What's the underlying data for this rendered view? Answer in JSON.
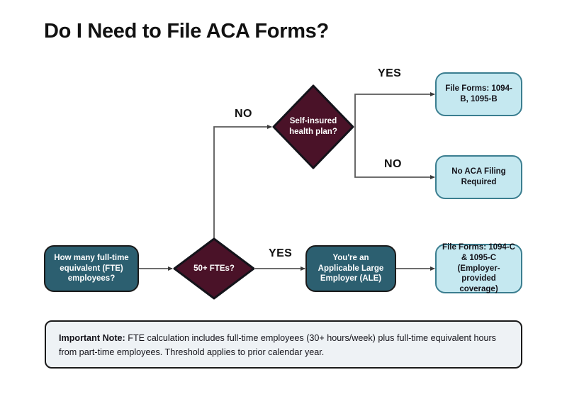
{
  "page": {
    "title": "Do I Need to File ACA Forms?",
    "background": "#ffffff"
  },
  "colors": {
    "maroon": "#4a1228",
    "teal": "#2c5f70",
    "light_blue": "#c5e8f0",
    "light_blue_border": "#3b7e90",
    "outline": "#1a1a1a",
    "note_background": "#eef2f5",
    "connector": "#5a5a5a",
    "text_dark": "#14131a",
    "text_light": "#ffffff"
  },
  "nodes": {
    "start": {
      "label": "How many full-time equivalent (FTE) employees?",
      "shape": "rounded-rect",
      "fill": "#2c5f70"
    },
    "fte_decision": {
      "label": "50+ FTEs?",
      "shape": "diamond",
      "fill": "#4a1228"
    },
    "self_insured_decision": {
      "label": "Self-insured health plan?",
      "shape": "diamond",
      "fill": "#4a1228"
    },
    "ale": {
      "label": "You're an Applicable Large Employer (ALE)",
      "shape": "rounded-rect",
      "fill": "#2c5f70"
    },
    "forms_b": {
      "label": "File Forms: 1094-B, 1095-B",
      "shape": "rounded-rect",
      "fill": "#c5e8f0"
    },
    "no_filing": {
      "label": "No ACA Filing Required",
      "shape": "rounded-rect",
      "fill": "#c5e8f0"
    },
    "forms_c": {
      "label": "File Forms: 1094-C & 1095-C (Employer-provided coverage)",
      "shape": "rounded-rect",
      "fill": "#c5e8f0"
    }
  },
  "edges": [
    {
      "id": "start-to-fte",
      "label": "",
      "from": "start",
      "to": "fte_decision"
    },
    {
      "id": "fte-yes",
      "label": "YES",
      "from": "fte_decision",
      "to": "ale"
    },
    {
      "id": "fte-no",
      "label": "NO",
      "from": "fte_decision",
      "to": "self_insured_decision"
    },
    {
      "id": "ale-to-forms-c",
      "label": "",
      "from": "ale",
      "to": "forms_c"
    },
    {
      "id": "self-insured-yes",
      "label": "YES",
      "from": "self_insured_decision",
      "to": "forms_b"
    },
    {
      "id": "self-insured-no",
      "label": "NO",
      "from": "self_insured_decision",
      "to": "no_filing"
    }
  ],
  "note": {
    "label": "Important Note:",
    "text": " FTE calculation includes full-time employees (30+ hours/week) plus full-time equivalent hours from part-time employees. Threshold applies to prior calendar year."
  }
}
